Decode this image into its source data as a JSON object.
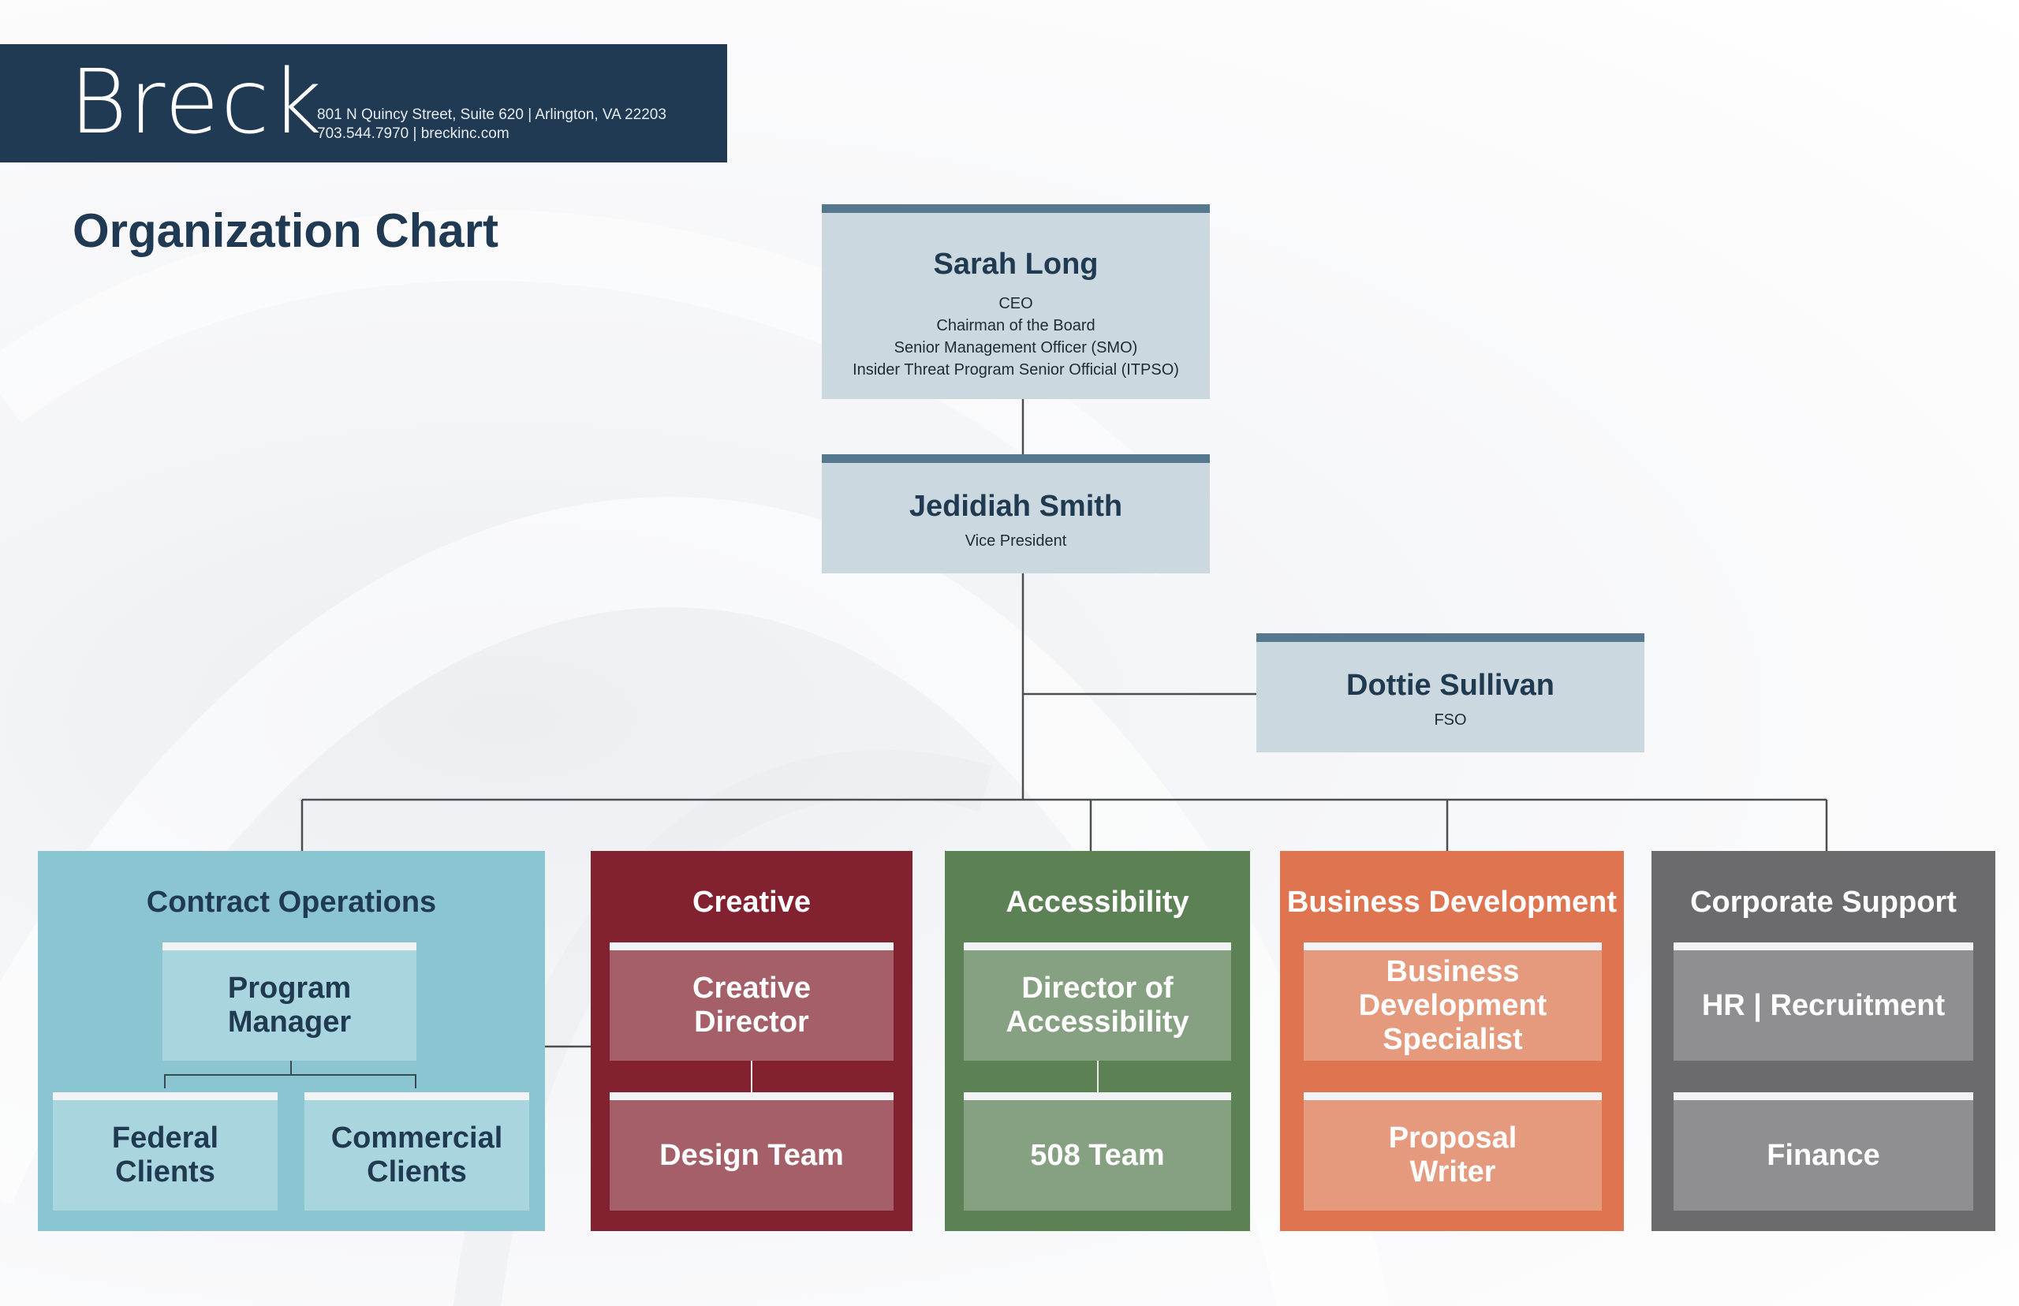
{
  "header": {
    "logo": "Breck",
    "address_line1": "801 N Quincy Street, Suite 620  |  Arlington, VA 22203",
    "address_line2": "703.544.7970  |  breckinc.com"
  },
  "title": "Organization Chart",
  "people": {
    "ceo": {
      "name": "Sarah Long",
      "roles": [
        "CEO",
        "Chairman of the Board",
        "Senior Management Officer (SMO)",
        "Insider Threat Program Senior Official (ITPSO)"
      ]
    },
    "vp": {
      "name": "Jedidiah Smith",
      "roles": [
        "Vice President"
      ]
    },
    "fso": {
      "name": "Dottie Sullivan",
      "roles": [
        "FSO"
      ]
    }
  },
  "departments": {
    "contract_operations": {
      "title": "Contract Operations",
      "manager": [
        "Program",
        "Manager"
      ],
      "federal": [
        "Federal",
        "Clients"
      ],
      "commercial": [
        "Commercial",
        "Clients"
      ]
    },
    "creative": {
      "title": "Creative",
      "card1": [
        "Creative",
        "Director"
      ],
      "card2": [
        "Design Team"
      ]
    },
    "accessibility": {
      "title": "Accessibility",
      "card1": [
        "Director of",
        "Accessibility"
      ],
      "card2": [
        "508 Team"
      ]
    },
    "business_development": {
      "title": "Business Development",
      "card1": [
        "Business",
        "Development",
        "Specialist"
      ],
      "card2": [
        "Proposal",
        "Writer"
      ]
    },
    "corporate_support": {
      "title": "Corporate Support",
      "card1": [
        "HR | Recruitment"
      ],
      "card2": [
        "Finance"
      ]
    }
  },
  "colors": {
    "navy": "#213a53",
    "person_box": "#ccd8df",
    "person_accent": "#55788f",
    "contract_operations": "#8ac5d1",
    "creative": "#822231",
    "accessibility": "#5b8154",
    "business_development": "#de7450",
    "corporate_support": "#6b6b6e"
  }
}
